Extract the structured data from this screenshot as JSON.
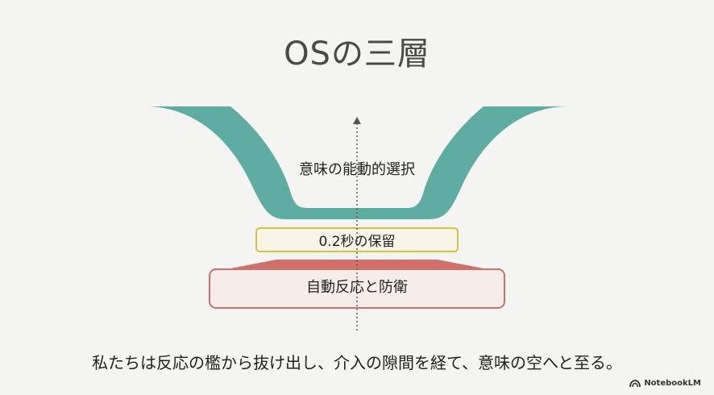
{
  "slide": {
    "title": "OSの三層",
    "layers": [
      {
        "id": "top",
        "label": "意味の能動的選択",
        "color": "#5fada2"
      },
      {
        "id": "middle",
        "label": "0.2秒の保留",
        "color": "#d9bf42"
      },
      {
        "id": "bottom",
        "label": "自動反応と防衛",
        "color": "#cf716a"
      }
    ],
    "caption": "私たちは反応の檻から抜け出し、介入の隙間を経て、意味の空へと至る。"
  },
  "brand": {
    "name": "NotebookLM",
    "icon": "notebooklm-logo-icon"
  }
}
